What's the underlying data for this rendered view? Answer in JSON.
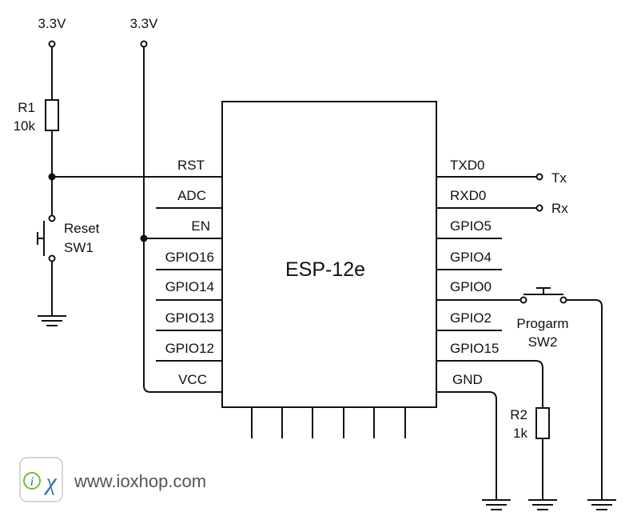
{
  "supply": {
    "left": "3.3V",
    "right": "3.3V"
  },
  "r1": {
    "ref": "R1",
    "value": "10k"
  },
  "sw1": {
    "name": "Reset",
    "ref": "SW1"
  },
  "r2": {
    "ref": "R2",
    "value": "1k"
  },
  "sw2": {
    "name": "Progarm",
    "ref": "SW2"
  },
  "chip": {
    "name": "ESP-12e",
    "left_pins": [
      "RST",
      "ADC",
      "EN",
      "GPIO16",
      "GPIO14",
      "GPIO13",
      "GPIO12",
      "VCC"
    ],
    "right_pins": [
      "TXD0",
      "RXD0",
      "GPIO5",
      "GPIO4",
      "GPIO0",
      "GPIO2",
      "GPIO15",
      "GND"
    ]
  },
  "outputs": {
    "tx": "Tx",
    "rx": "Rx"
  },
  "watermark": {
    "url": "www.ioxhop.com",
    "logo_text": "ix"
  }
}
